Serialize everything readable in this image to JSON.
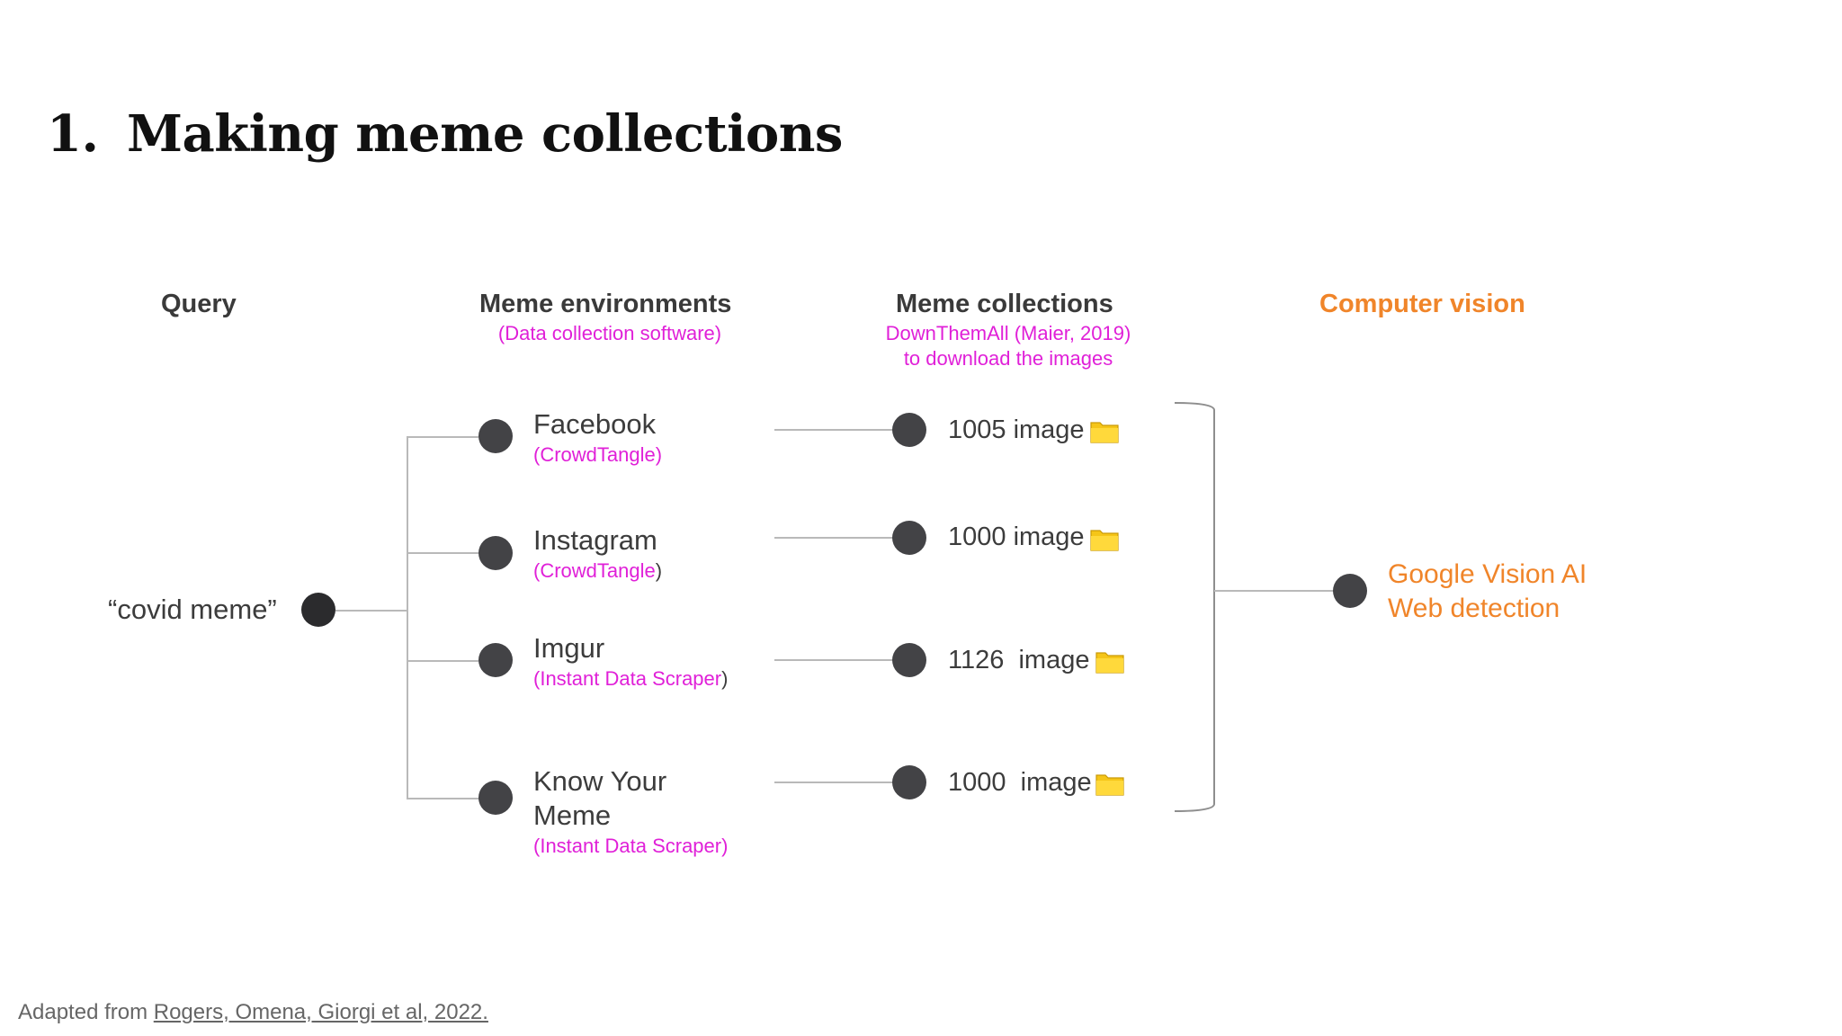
{
  "title": {
    "number": "1.",
    "text": "Making meme collections"
  },
  "columns": {
    "query": {
      "heading": "Query"
    },
    "environments": {
      "heading": "Meme environments",
      "subtitle": "(Data collection software)"
    },
    "collections": {
      "heading": "Meme collections",
      "subtitle_line1": "DownThemAll (Maier, 2019)",
      "subtitle_line2": "to download the images"
    },
    "computer_vision": {
      "heading": "Computer vision"
    }
  },
  "query": {
    "text": "“covid meme”"
  },
  "environments": [
    {
      "name_line1": "Facebook",
      "name_line2": "",
      "tool": "CrowdTangle",
      "open": "(",
      "close": ")"
    },
    {
      "name_line1": "Instagram",
      "name_line2": "",
      "tool": "CrowdTangle",
      "open": "(",
      "close": ")"
    },
    {
      "name_line1": "Imgur",
      "name_line2": "",
      "tool": "Instant Data Scraper",
      "open": "(",
      "close": ")"
    },
    {
      "name_line1": "Know Your",
      "name_line2": "Meme",
      "tool": "Instant Data Scraper",
      "open": "(",
      "close": ")"
    }
  ],
  "collections": [
    {
      "label": "1005 image",
      "icon": "folder-icon"
    },
    {
      "label": "1000 image",
      "icon": "folder-icon"
    },
    {
      "label": "1126  image",
      "icon": "folder-icon"
    },
    {
      "label": "1000  image",
      "icon": "folder-icon"
    }
  ],
  "computer_vision": {
    "line1": "Google Vision AI",
    "line2": "Web detection"
  },
  "footer": {
    "prefix": "Adapted from ",
    "link_text": "Rogers, Omena, Giorgi et al, 2022."
  },
  "colors": {
    "magenta": "#e020d8",
    "orange": "#f0852a",
    "dot": "#434346",
    "line": "#b9b9b9"
  }
}
